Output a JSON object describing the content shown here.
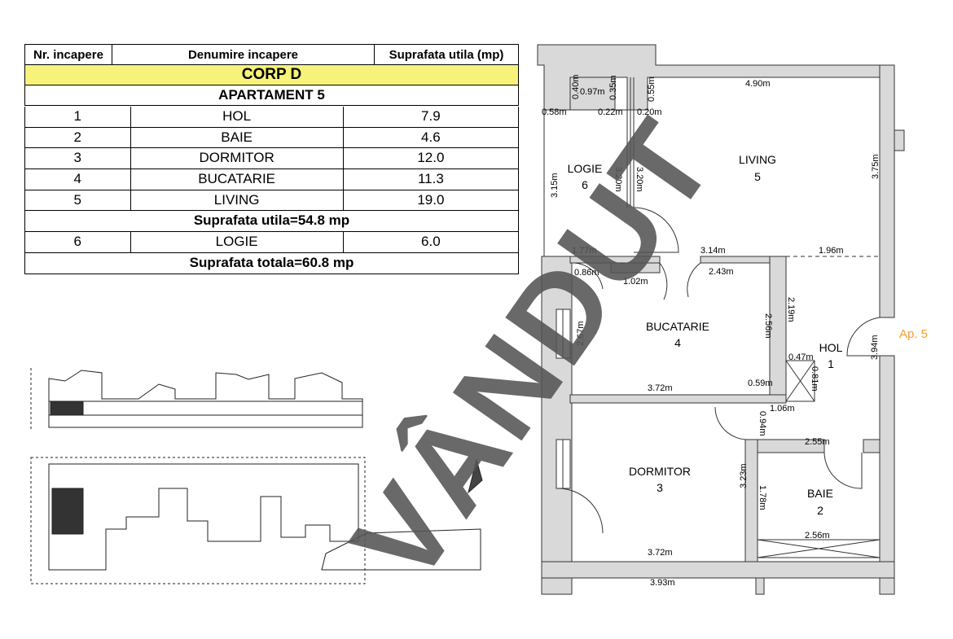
{
  "table": {
    "headers": [
      "Nr. incapere",
      "Denumire incapere",
      "Suprafata utila (mp)"
    ],
    "corp": "CORP D",
    "apartment": "APARTAMENT 5",
    "rows": [
      {
        "nr": "1",
        "name": "HOL",
        "area": "7.9"
      },
      {
        "nr": "2",
        "name": "BAIE",
        "area": "4.6"
      },
      {
        "nr": "3",
        "name": "DORMITOR",
        "area": "12.0"
      },
      {
        "nr": "4",
        "name": "BUCATARIE",
        "area": "11.3"
      },
      {
        "nr": "5",
        "name": "LIVING",
        "area": "19.0"
      }
    ],
    "useful_total": "Suprafata utila=54.8 mp",
    "logia": {
      "nr": "6",
      "name": "LOGIE",
      "area": "6.0"
    },
    "grand_total": "Suprafata totala=60.8 mp"
  },
  "watermark": "VÂNDUT",
  "plan": {
    "rooms": {
      "living": {
        "name": "LIVING",
        "nr": "5"
      },
      "logie": {
        "name": "LOGIE",
        "nr": "6"
      },
      "bucatarie": {
        "name": "BUCATARIE",
        "nr": "4"
      },
      "hol": {
        "name": "HOL",
        "nr": "1"
      },
      "dormitor": {
        "name": "DORMITOR",
        "nr": "3"
      },
      "baie": {
        "name": "BAIE",
        "nr": "2"
      }
    },
    "entrance_label": "Ap. 5",
    "entrance_color": "#f39c34",
    "dims": {
      "d490": "4.90m",
      "d040": "0.40m",
      "d097": "0.97m",
      "d035": "0.35m",
      "d055": "0.55m",
      "d058": "0.58m",
      "d022": "0.22m",
      "d020": "0.20m",
      "d315": "3.15m",
      "d320a": "3.20m",
      "d320b": "3.20m",
      "d375": "3.75m",
      "d177": "1.77m",
      "d314": "3.14m",
      "d196": "1.96m",
      "d086": "0.86m",
      "d102": "1.02m",
      "d243": "2.43m",
      "d267": "2.67m",
      "d256v": "2.56m",
      "d219": "2.19m",
      "d394": "3.94m",
      "d047": "0.47m",
      "d081": "0.81m",
      "d372a": "3.72m",
      "d059": "0.59m",
      "d106": "1.06m",
      "d094": "0.94m",
      "d255": "2.55m",
      "d323": "3.23m",
      "d178": "1.78m",
      "d256h": "2.56m",
      "d372b": "3.72m",
      "d393": "3.93m"
    }
  }
}
